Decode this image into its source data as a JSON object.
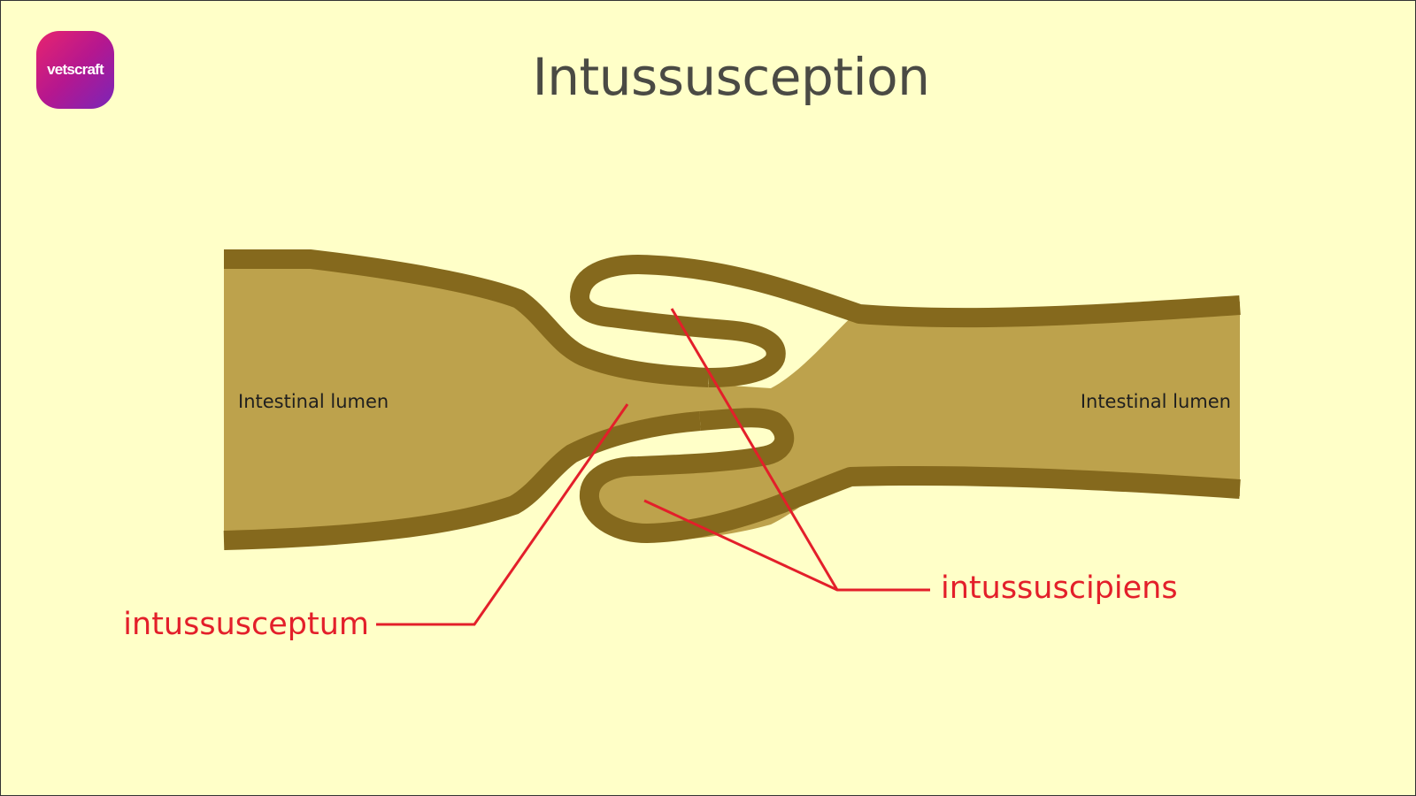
{
  "slide": {
    "title": "Intussusception",
    "logo": {
      "text": "vetscraft",
      "icon": "vetscraft-logo-badge"
    }
  },
  "diagram": {
    "labels": {
      "lumen_left": "Intestinal lumen",
      "lumen_right": "Intestinal lumen",
      "intussusceptum": "intussusceptum",
      "intussuscipiens": "intussuscipiens"
    },
    "colors": {
      "background": "#ffffc8",
      "lumen_fill": "#bda24c",
      "wall": "#85691d",
      "callout": "#e31f2a",
      "title": "#4a4a44"
    }
  }
}
